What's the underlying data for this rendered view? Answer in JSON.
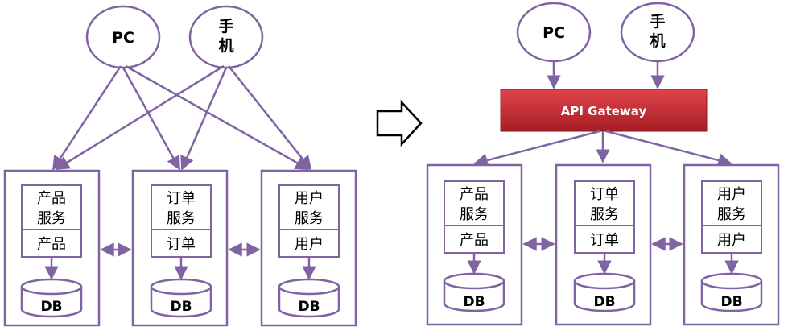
{
  "colors": {
    "line": "#8064A2",
    "gateway_top": "#E0444A",
    "gateway_bottom": "#A61E24",
    "gateway_text": "#FFFFFF",
    "background": "#FFFFFF"
  },
  "left": {
    "clients": [
      {
        "id": "pc",
        "label": "PC"
      },
      {
        "id": "mobile",
        "label": "手\n机"
      }
    ],
    "services": [
      {
        "id": "product",
        "service_label": "产品\n服务",
        "module_label": "产品",
        "db_label": "DB"
      },
      {
        "id": "order",
        "service_label": "订单\n服务",
        "module_label": "订单",
        "db_label": "DB"
      },
      {
        "id": "user",
        "service_label": "用户\n服务",
        "module_label": "用户",
        "db_label": "DB"
      }
    ]
  },
  "right": {
    "clients": [
      {
        "id": "pc",
        "label": "PC"
      },
      {
        "id": "mobile",
        "label": "手\n机"
      }
    ],
    "gateway": {
      "label": "API Gateway"
    },
    "services": [
      {
        "id": "product",
        "service_label": "产品\n服务",
        "module_label": "产品",
        "db_label": "DB"
      },
      {
        "id": "order",
        "service_label": "订单\n服务",
        "module_label": "订单",
        "db_label": "DB"
      },
      {
        "id": "user",
        "service_label": "用户\n服务",
        "module_label": "用户",
        "db_label": "DB"
      }
    ]
  },
  "transition_icon": "hollow-right-arrow-icon"
}
